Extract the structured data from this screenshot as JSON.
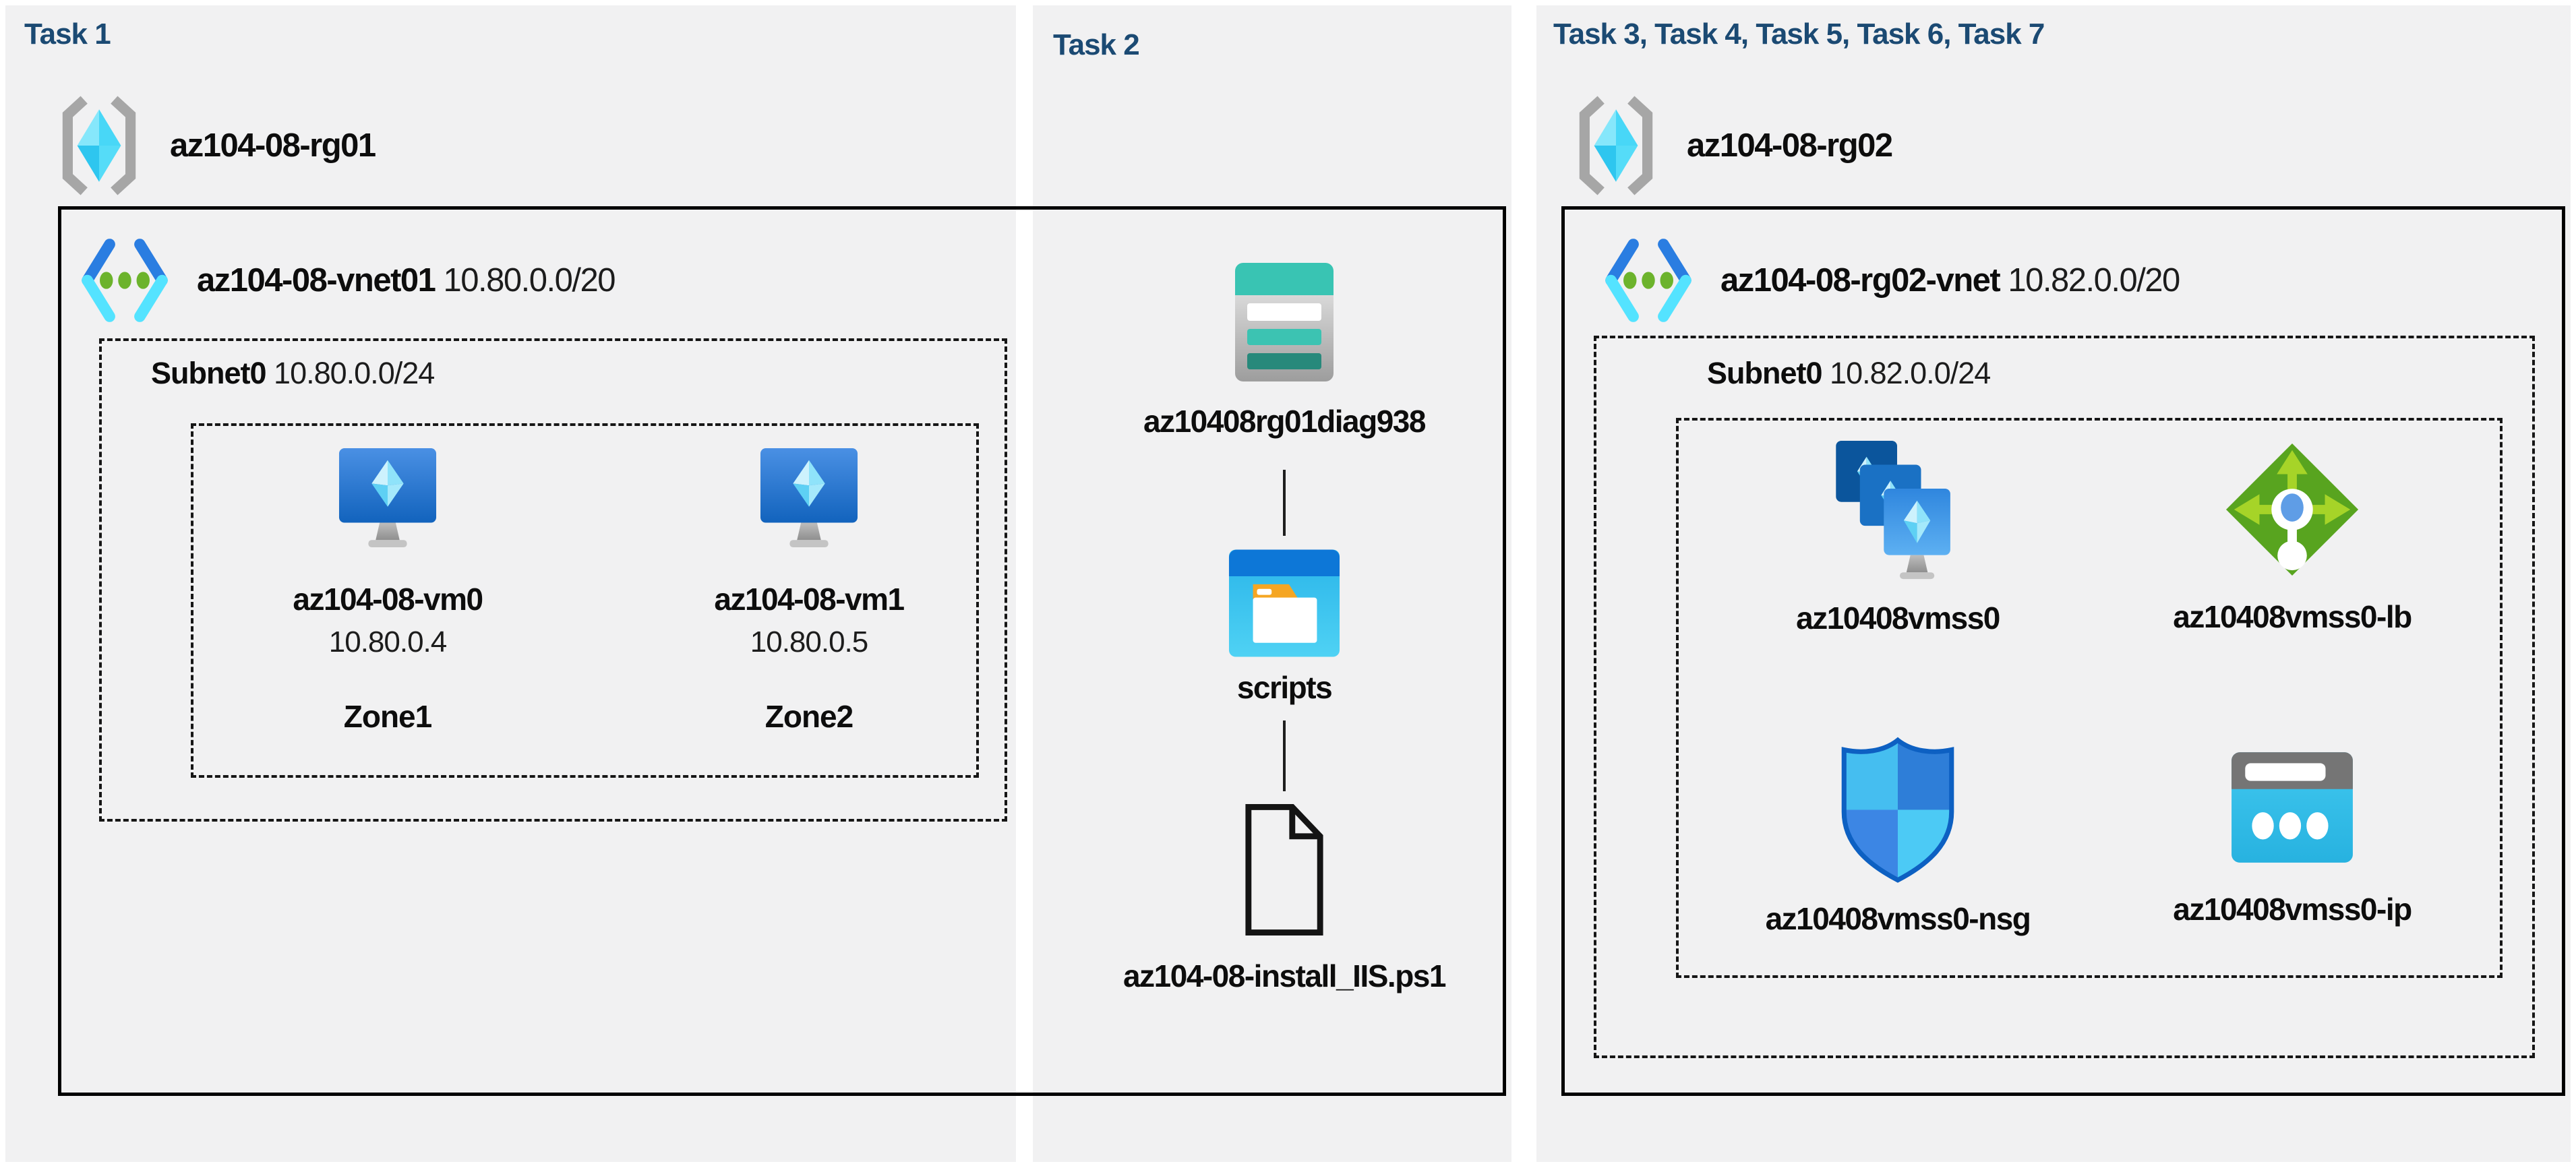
{
  "task1": {
    "title": "Task 1",
    "resource_group": "az104-08-rg01",
    "vnet_name": "az104-08-vnet01",
    "vnet_cidr": "10.80.0.0/20",
    "subnet_name": "Subnet0",
    "subnet_cidr": "10.80.0.0/24",
    "vm0": {
      "name": "az104-08-vm0",
      "ip": "10.80.0.4",
      "zone": "Zone1"
    },
    "vm1": {
      "name": "az104-08-vm1",
      "ip": "10.80.0.5",
      "zone": "Zone2"
    }
  },
  "task2": {
    "title": "Task 2",
    "storage_account": "az10408rg01diag938",
    "container": "scripts",
    "file": "az104-08-install_IIS.ps1"
  },
  "task3": {
    "title": "Task 3, Task 4, Task 5, Task 6, Task 7",
    "resource_group": "az104-08-rg02",
    "vnet_name": "az104-08-rg02-vnet",
    "vnet_cidr": "10.82.0.0/20",
    "subnet_name": "Subnet0",
    "subnet_cidr": "10.82.0.0/24",
    "vmss": "az10408vmss0",
    "load_balancer": "az10408vmss0-lb",
    "nsg": "az10408vmss0-nsg",
    "public_ip": "az10408vmss0-ip"
  },
  "colors": {
    "panel_bg": "#f1f1f2",
    "heading": "#1b4a73",
    "box_border": "#000000",
    "azure_blue": "#2a7de1",
    "cyan": "#50e6ff",
    "teal": "#39c4b3",
    "green": "#58a41f"
  }
}
